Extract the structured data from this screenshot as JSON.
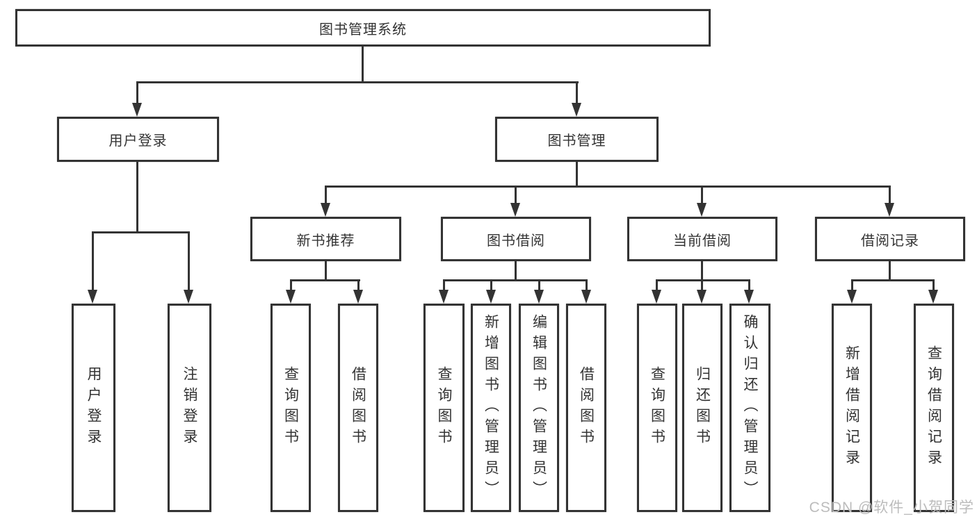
{
  "tree": {
    "label": "图书管理系统",
    "children": [
      {
        "label": "用户登录",
        "children": [
          {
            "label": "用户登录"
          },
          {
            "label": "注销登录"
          }
        ]
      },
      {
        "label": "图书管理",
        "children": [
          {
            "label": "新书推荐",
            "children": [
              {
                "label": "查询图书"
              },
              {
                "label": "借阅图书"
              }
            ]
          },
          {
            "label": "图书借阅",
            "children": [
              {
                "label": "查询图书"
              },
              {
                "label": "新增图书（管理员）"
              },
              {
                "label": "编辑图书（管理员）"
              },
              {
                "label": "借阅图书"
              }
            ]
          },
          {
            "label": "当前借阅",
            "children": [
              {
                "label": "查询图书"
              },
              {
                "label": "归还图书"
              },
              {
                "label": "确认归还（管理员）"
              }
            ]
          },
          {
            "label": "借阅记录",
            "children": [
              {
                "label": "新增借阅记录"
              },
              {
                "label": "查询借阅记录"
              }
            ]
          }
        ]
      }
    ]
  },
  "watermark": {
    "text": "CSDN @软件_小贺同学"
  },
  "colors": {
    "line": "#333333",
    "text": "#333333",
    "watermark": "#bcbcbc",
    "background": "#ffffff"
  }
}
